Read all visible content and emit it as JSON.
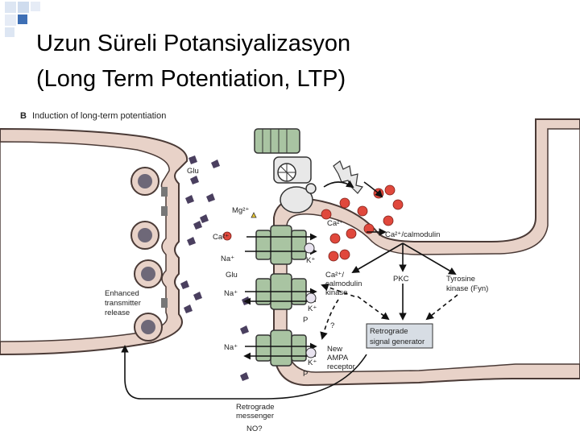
{
  "slide": {
    "title_line1": "Uzun Süreli Potansiyalizasyon",
    "title_line2": "(Long Term Potentiation, LTP)"
  },
  "figure": {
    "panel_letter": "B",
    "panel_title": "Induction of long-term potentiation",
    "labels": {
      "glu_top": "Glu",
      "mg": "Mg²⁺",
      "ca_channel": "Ca²⁺",
      "ca_post": "Ca²⁺",
      "ca_calmodulin": "Ca²⁺/calmodulin",
      "na1": "Na⁺",
      "glu2": "Glu",
      "k1": "K⁺",
      "camk_l1": "Ca²⁺/",
      "camk_l2": "calmodulin",
      "camk_l3": "kinase",
      "pkc": "PKC",
      "tyr_l1": "Tyrosine",
      "tyr_l2": "kinase (Fyn)",
      "enh_l1": "Enhanced",
      "enh_l2": "transmitter",
      "enh_l3": "release",
      "na2": "Na⁺",
      "k2": "K⁺",
      "p1": "P",
      "q1": "?",
      "retro_box_l1": "Retrograde",
      "retro_box_l2": "signal generator",
      "na3": "Na⁺",
      "new_l1": "New",
      "new_l2": "AMPA",
      "new_l3": "receptor",
      "k3": "K⁺",
      "p2": "P",
      "msg_l1": "Retrograde",
      "msg_l2": "messenger",
      "no": "NO?"
    }
  },
  "colors": {
    "membrane": "#e8d2c8",
    "membrane_edge": "#4a3a36",
    "receptor_green": "#a9c4a2",
    "calcium_red": "#e0483c",
    "corner_blue": "#3e6fb5"
  }
}
